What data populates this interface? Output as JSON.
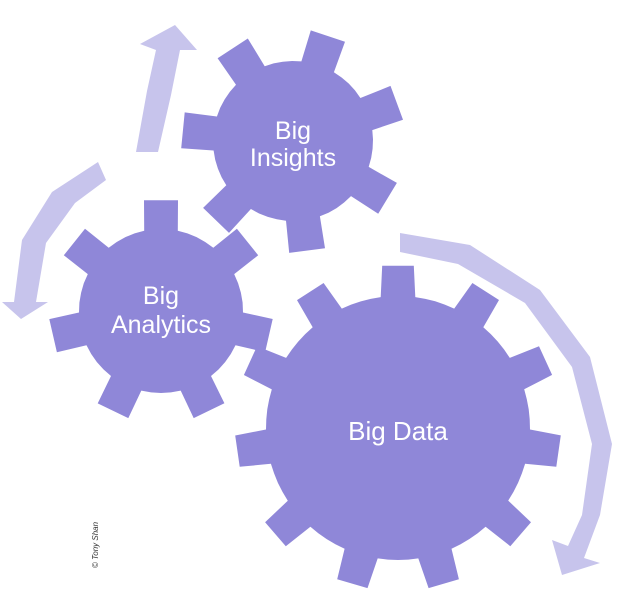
{
  "gears": {
    "insights": {
      "line1": "Big",
      "line2": "Insights"
    },
    "analytics": {
      "line1": "Big",
      "line2": "Analytics"
    },
    "data": {
      "label": "Big Data"
    }
  },
  "copyright": "© Tony Shan",
  "colors": {
    "gear": "#8f87d8",
    "arrow": "#c7c4ec",
    "label": "#ffffff"
  }
}
